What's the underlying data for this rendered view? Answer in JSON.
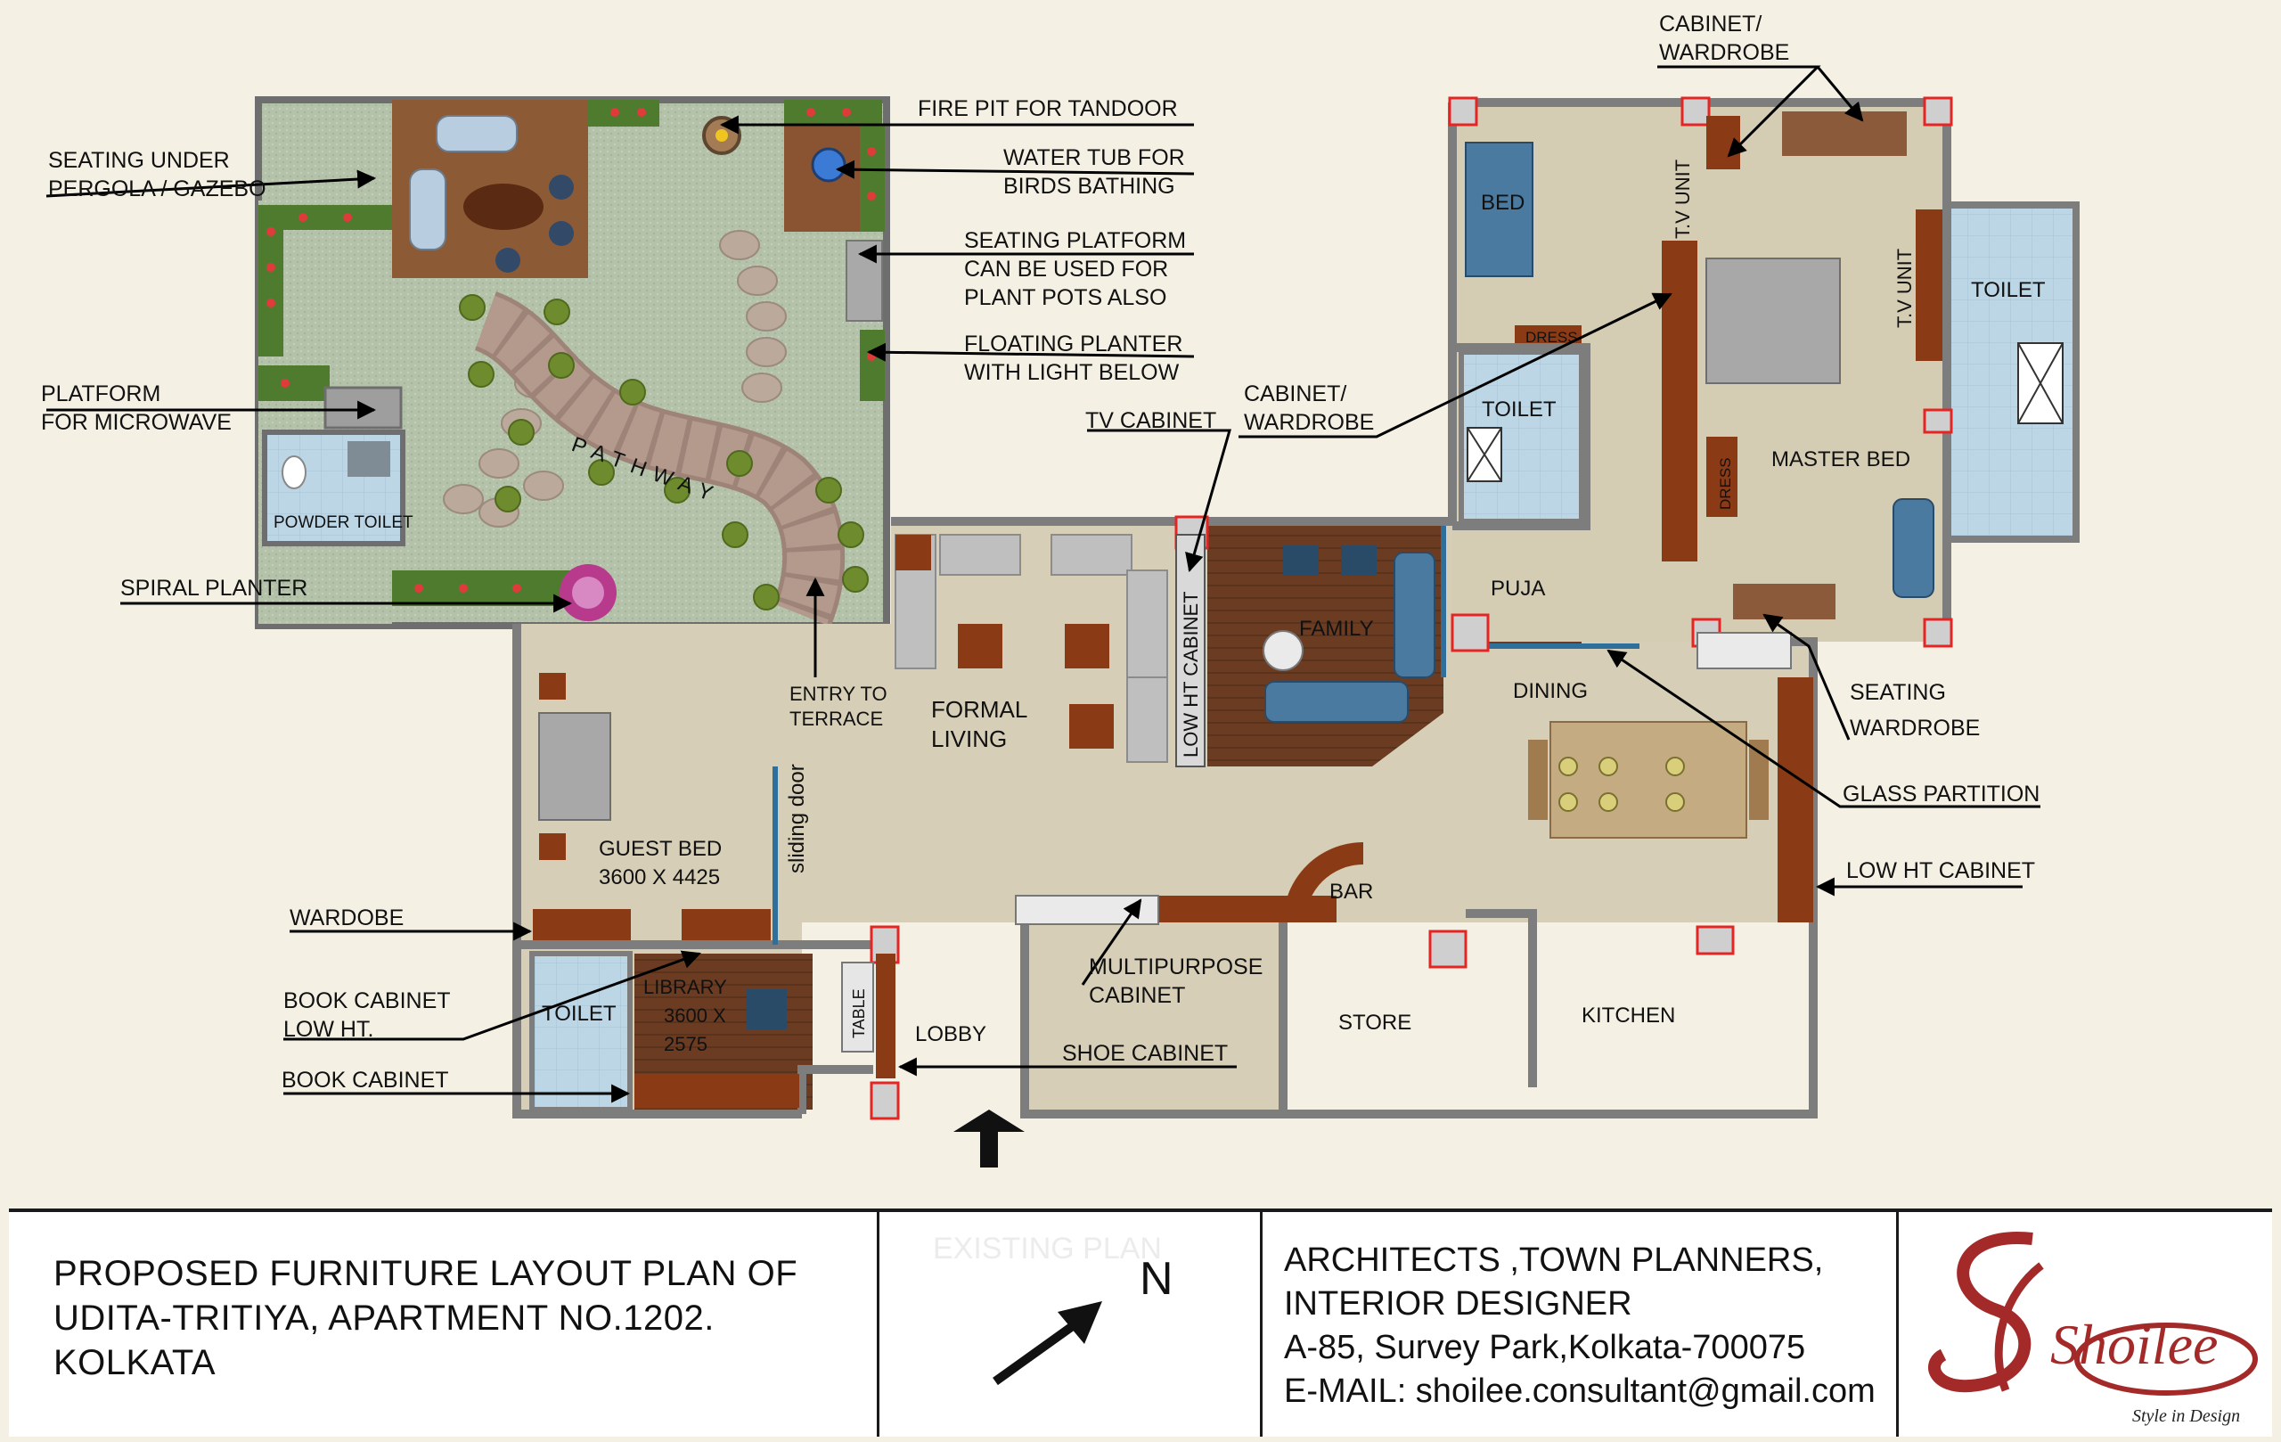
{
  "plan": {
    "rooms": {
      "pathway": "PATHWAY",
      "powder_toilet": "POWDER TOILET",
      "guest_bed": "GUEST BED",
      "guest_bed_dims": "3600 X 4425",
      "sliding_door": "sliding door",
      "formal_living": [
        "FORMAL",
        "LIVING"
      ],
      "family": "FAMILY",
      "low_ht_cabinet_vert": "LOW HT CABINET",
      "puja": "PUJA",
      "dining": "DINING",
      "bar": "BAR",
      "store": "STORE",
      "kitchen": "KITCHEN",
      "lobby": "LOBBY",
      "table": "TABLE",
      "toilet_guest": "TOILET",
      "library": [
        "LIBRARY",
        "3600 X",
        "2575"
      ],
      "bed": "BED",
      "dress_top": "DRESS",
      "dress_vert": "DRESS",
      "toilet_mid": "TOILET",
      "tv_unit_left": "T.V UNIT",
      "tv_unit_right": "T.V UNIT",
      "master_bed": "MASTER BED",
      "toilet_master": "TOILET",
      "entry_terrace": [
        "ENTRY TO",
        "TERRACE"
      ]
    },
    "callouts": {
      "fire_pit": "FIRE PIT FOR TANDOOR",
      "water_tub": [
        "WATER TUB FOR",
        "BIRDS BATHING"
      ],
      "seating_platform": [
        "SEATING PLATFORM",
        "CAN BE USED FOR",
        "PLANT POTS ALSO"
      ],
      "floating_planter": [
        "FLOATING PLANTER",
        "WITH LIGHT BELOW"
      ],
      "seating_pergola": [
        "SEATING UNDER",
        "PERGOLA / GAZEBO"
      ],
      "platform_microwave": [
        "PLATFORM",
        "FOR MICROWAVE"
      ],
      "spiral_planter": "SPIRAL PLANTER",
      "tv_cabinet": "TV CABINET",
      "cabinet_wardrobe_mid": [
        "CABINET/",
        "WARDROBE"
      ],
      "cabinet_wardrobe_top": [
        "CABINET/",
        "WARDROBE"
      ],
      "seating": "SEATING",
      "wardrobe_right": "WARDROBE",
      "glass_partition": "GLASS PARTITION",
      "low_ht_cabinet": "LOW HT CABINET",
      "wardobe_left": "WARDOBE",
      "book_cabinet_low": [
        "BOOK CABINET",
        "LOW HT."
      ],
      "book_cabinet": "BOOK CABINET",
      "multipurpose": [
        "MULTIPURPOSE",
        "CABINET"
      ],
      "shoe_cabinet": "SHOE CABINET"
    }
  },
  "title_block": {
    "title_lines": [
      "PROPOSED FURNITURE LAYOUT PLAN OF",
      "UDITA-TRITIYA, APARTMENT NO.1202.",
      "KOLKATA"
    ],
    "faded_text": "EXISTING PLAN",
    "north_label": "N",
    "north_icon": "north-arrow-icon",
    "firm_lines": [
      "ARCHITECTS ,TOWN PLANNERS,",
      "INTERIOR  DESIGNER",
      "A-85, Survey Park,Kolkata-700075",
      "E-MAIL: shoilee.consultant@gmail.com"
    ],
    "logo_text": "Shoilee",
    "logo_tagline": "Style in Design"
  },
  "colors": {
    "wall": "#7d7d7d",
    "floor": "#d6ceb6",
    "lawn": "#aebfa6",
    "wood_deck": "#7a4a2c",
    "wood_floor": "#6b3c22",
    "cabinet": "#8a3b16",
    "toilet_tile": "#bcd6e6",
    "accent_red": "#e52424",
    "logo_red": "#a42a2a"
  }
}
